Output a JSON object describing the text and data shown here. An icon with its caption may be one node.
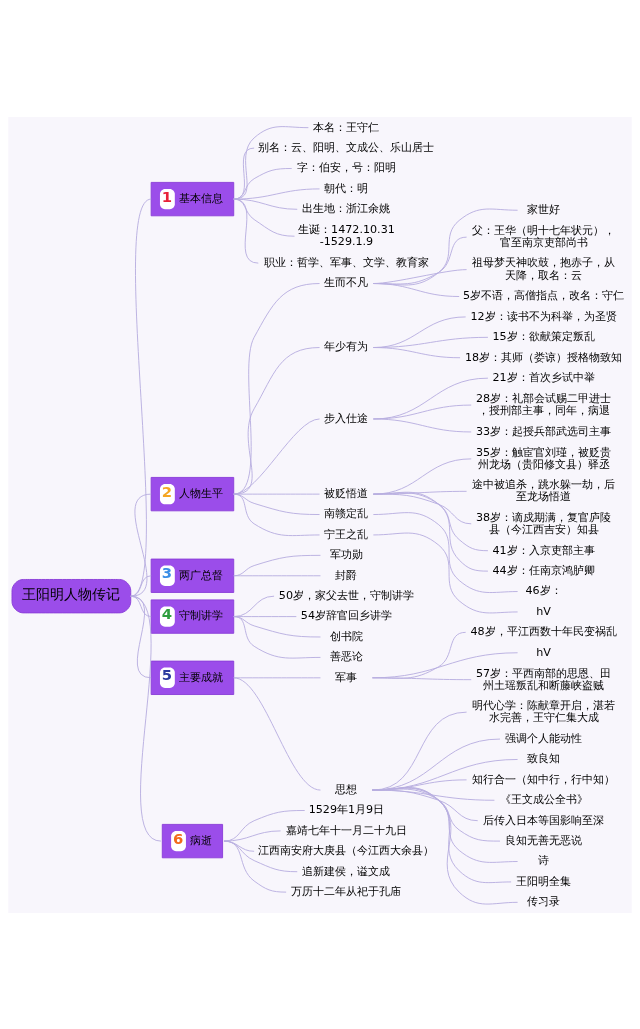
{
  "diagram": {
    "nodes": [
      {
        "text": [
          "王阳明人物传记"
        ]
      },
      {
        "text": [
          "1",
          "基本信息"
        ]
      },
      {
        "text": [
          "本名：王守仁"
        ]
      },
      {
        "text": [
          "别名：云、阳明、文成公、乐山居士"
        ]
      },
      {
        "text": [
          "字：伯安，号：阳明"
        ]
      },
      {
        "text": [
          "朝代：明"
        ]
      },
      {
        "text": [
          "出生地：浙江余姚"
        ]
      },
      {
        "text": [
          "生诞：1472.10.31-1529.1.9"
        ]
      },
      {
        "text": [
          "职业：哲学、军事、文学、教育家"
        ]
      },
      {
        "text": [
          "2",
          "人物生平"
        ]
      },
      {
        "text": [
          "生而不凡"
        ]
      },
      {
        "text": [
          "家世好"
        ]
      },
      {
        "text": [
          "父：王华（明十七年状元），官至南京吏部尚书"
        ]
      },
      {
        "text": [
          "祖母梦天神吹鼓，抱赤子，从天降，取名：云"
        ]
      },
      {
        "text": [
          "5岁不语，高僧指点，改名：守仁"
        ]
      },
      {
        "text": [
          "年少有为"
        ]
      },
      {
        "text": [
          "12岁：读书不为科举，为圣贤"
        ]
      },
      {
        "text": [
          "15岁：欲献策定叛乱"
        ]
      },
      {
        "text": [
          "18岁：其师（娄谅）授格物致知"
        ]
      },
      {
        "text": [
          "步入仕途"
        ]
      },
      {
        "text": [
          "21岁：首次乡试中举"
        ]
      },
      {
        "text": [
          "28岁：礼部会试赐二甲进士，授刑部主事，同年，病退"
        ]
      },
      {
        "text": [
          "33岁：起授兵部武选司主事"
        ]
      },
      {
        "text": [
          "被贬悟道"
        ]
      },
      {
        "text": [
          "35岁：触宦官刘瑾，被贬贵州龙场（贵阳修文县）驿丞"
        ]
      },
      {
        "text": [
          "途中被追杀，跳水躲一劫，后至龙场悟道"
        ]
      },
      {
        "text": [
          "38岁：谪戍期满，复官庐陵县（今江西吉安）知县"
        ]
      },
      {
        "text": [
          "41岁：入京吏部主事"
        ]
      },
      {
        "text": [
          "44岁：任南京鸿胪卿"
        ]
      },
      {
        "text": [
          "南赣定乱"
        ]
      },
      {
        "text": [
          "46岁："
        ]
      },
      {
        "text": [
          "宁王之乱"
        ]
      },
      {
        "text": [
          "hV"
        ]
      },
      {
        "text": [
          "3",
          "两广总督"
        ]
      },
      {
        "text": [
          "军功勋"
        ]
      },
      {
        "text": [
          "封爵"
        ]
      },
      {
        "text": [
          "4",
          "守制讲学"
        ]
      },
      {
        "text": [
          "50岁，家父去世，守制讲学"
        ]
      },
      {
        "text": [
          "54岁辞官回乡讲学"
        ]
      },
      {
        "text": [
          "创书院"
        ]
      },
      {
        "text": [
          "善恶论"
        ]
      },
      {
        "text": [
          "5",
          "主要成就"
        ]
      },
      {
        "text": [
          "军事"
        ]
      },
      {
        "text": [
          "48岁，平江西数十年民变祸乱"
        ]
      },
      {
        "text": [
          "hV"
        ]
      },
      {
        "text": [
          "57岁：平西南部的思恩、田州土瑶叛乱和断藤峡盗贼"
        ]
      },
      {
        "text": [
          "思想"
        ]
      },
      {
        "text": [
          "明代心学：陈献章开启，湛若水完善，王守仁集大成"
        ]
      },
      {
        "text": [
          "强调个人能动性"
        ]
      },
      {
        "text": [
          "致良知"
        ]
      },
      {
        "text": [
          "知行合一（知中行，行中知）"
        ]
      },
      {
        "text": [
          "《王文成公全书》"
        ]
      },
      {
        "text": [
          "后传入日本等国影响至深"
        ]
      },
      {
        "text": [
          "良知无善无恶说"
        ]
      },
      {
        "text": [
          "诗"
        ]
      },
      {
        "text": [
          "王阳明全集"
        ]
      },
      {
        "text": [
          "传习录"
        ]
      },
      {
        "text": [
          "6",
          "病逝"
        ]
      },
      {
        "text": [
          "1529年1月9日"
        ]
      },
      {
        "text": [
          "嘉靖七年十一月二十九日"
        ]
      },
      {
        "text": [
          "江西南安府大庚县（今江西大余县）"
        ]
      },
      {
        "text": [
          "追新建侯，谥文成"
        ]
      },
      {
        "text": [
          "万历十二年从祀于孔庙"
        ]
      }
    ],
    "edges": [
      {
        "from": 0,
        "to": 1,
        "arrow": "none"
      },
      {
        "from": 1,
        "to": 2,
        "arrow": "none"
      },
      {
        "from": 1,
        "to": 3,
        "arrow": "none"
      },
      {
        "from": 1,
        "to": 4,
        "arrow": "none"
      },
      {
        "from": 1,
        "to": 5,
        "arrow": "none"
      },
      {
        "from": 1,
        "to": 6,
        "arrow": "none"
      },
      {
        "from": 1,
        "to": 7,
        "arrow": "none"
      },
      {
        "from": 1,
        "to": 8,
        "arrow": "none"
      },
      {
        "from": 0,
        "to": 9,
        "arrow": "none"
      },
      {
        "from": 9,
        "to": 10,
        "arrow": "none"
      },
      {
        "from": 10,
        "to": 11,
        "arrow": "none"
      },
      {
        "from": 10,
        "to": 12,
        "arrow": "none"
      },
      {
        "from": 10,
        "to": 13,
        "arrow": "none"
      },
      {
        "from": 10,
        "to": 14,
        "arrow": "none"
      },
      {
        "from": 9,
        "to": 15,
        "arrow": "none"
      },
      {
        "from": 15,
        "to": 16,
        "arrow": "none"
      },
      {
        "from": 15,
        "to": 17,
        "arrow": "none"
      },
      {
        "from": 15,
        "to": 18,
        "arrow": "none"
      },
      {
        "from": 9,
        "to": 19,
        "arrow": "none"
      },
      {
        "from": 19,
        "to": 20,
        "arrow": "none"
      },
      {
        "from": 19,
        "to": 21,
        "arrow": "none"
      },
      {
        "from": 19,
        "to": 22,
        "arrow": "none"
      },
      {
        "from": 9,
        "to": 23,
        "arrow": "none"
      },
      {
        "from": 23,
        "to": 24,
        "arrow": "none"
      },
      {
        "from": 23,
        "to": 25,
        "arrow": "none"
      },
      {
        "from": 23,
        "to": 26,
        "arrow": "none"
      },
      {
        "from": 23,
        "to": 27,
        "arrow": "none"
      },
      {
        "from": 23,
        "to": 28,
        "arrow": "none"
      },
      {
        "from": 9,
        "to": 29,
        "arrow": "none"
      },
      {
        "from": 29,
        "to": 30,
        "arrow": "none"
      },
      {
        "from": 9,
        "to": 31,
        "arrow": "none"
      },
      {
        "from": 31,
        "to": 32,
        "arrow": "none"
      },
      {
        "from": 0,
        "to": 33,
        "arrow": "none"
      },
      {
        "from": 33,
        "to": 34,
        "arrow": "none"
      },
      {
        "from": 33,
        "to": 35,
        "arrow": "none"
      },
      {
        "from": 0,
        "to": 36,
        "arrow": "none"
      },
      {
        "from": 36,
        "to": 37,
        "arrow": "none"
      },
      {
        "from": 36,
        "to": 38,
        "arrow": "none"
      },
      {
        "from": 36,
        "to": 39,
        "arrow": "none"
      },
      {
        "from": 36,
        "to": 40,
        "arrow": "none"
      },
      {
        "from": 0,
        "to": 41,
        "arrow": "none"
      },
      {
        "from": 41,
        "to": 42,
        "arrow": "none"
      },
      {
        "from": 42,
        "to": 43,
        "arrow": "none"
      },
      {
        "from": 42,
        "to": 44,
        "arrow": "none"
      },
      {
        "from": 42,
        "to": 45,
        "arrow": "none"
      },
      {
        "from": 41,
        "to": 46,
        "arrow": "none"
      },
      {
        "from": 46,
        "to": 47,
        "arrow": "none"
      },
      {
        "from": 46,
        "to": 48,
        "arrow": "none"
      },
      {
        "from": 46,
        "to": 49,
        "arrow": "none"
      },
      {
        "from": 46,
        "to": 50,
        "arrow": "none"
      },
      {
        "from": 46,
        "to": 51,
        "arrow": "none"
      },
      {
        "from": 46,
        "to": 52,
        "arrow": "none"
      },
      {
        "from": 46,
        "to": 53,
        "arrow": "none"
      },
      {
        "from": 46,
        "to": 54,
        "arrow": "none"
      },
      {
        "from": 46,
        "to": 55,
        "arrow": "none"
      },
      {
        "from": 46,
        "to": 56,
        "arrow": "none"
      },
      {
        "from": 0,
        "to": 57,
        "arrow": "none"
      },
      {
        "from": 57,
        "to": 58,
        "arrow": "none"
      },
      {
        "from": 57,
        "to": 59,
        "arrow": "none"
      },
      {
        "from": 57,
        "to": 60,
        "arrow": "none"
      },
      {
        "from": 57,
        "to": 61,
        "arrow": "none"
      },
      {
        "from": 57,
        "to": 62,
        "arrow": "none"
      }
    ]
  }
}
